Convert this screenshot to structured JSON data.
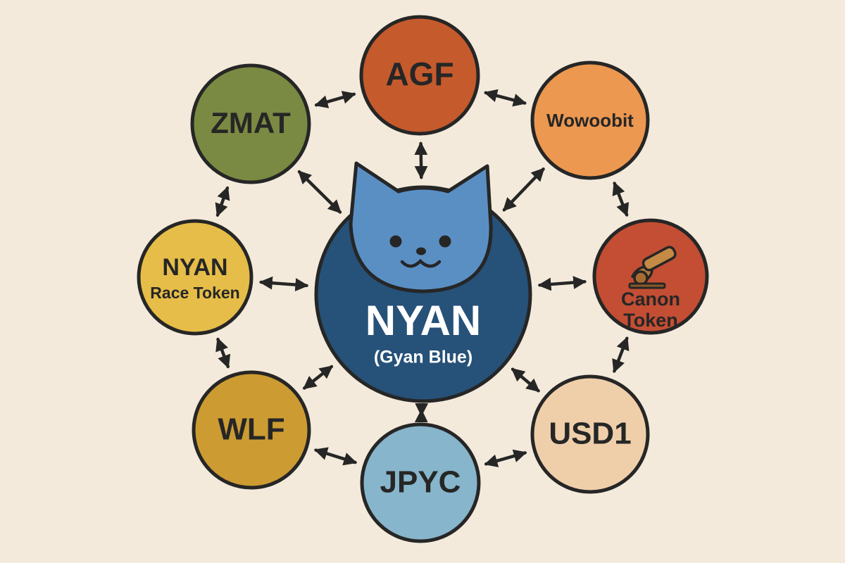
{
  "colors": {
    "background": "#f3eadb",
    "outline": "#262626",
    "center_fill": "#265178",
    "cat_fill": "#5a8fc4"
  },
  "center": {
    "title": "NYAN",
    "subtitle": "(Gyan Blue)",
    "icon": "cat-face-icon"
  },
  "nodes": [
    {
      "id": "agf",
      "lines": [
        "AGF"
      ],
      "fill": "#c55a2c"
    },
    {
      "id": "wowoobit",
      "lines": [
        "Wowoobit"
      ],
      "fill": "#ec9850"
    },
    {
      "id": "canon",
      "lines": [
        "Canon",
        "Token"
      ],
      "fill": "#c34e33",
      "icon": "cannon-icon"
    },
    {
      "id": "usd1",
      "lines": [
        "USD1"
      ],
      "fill": "#efcfaa"
    },
    {
      "id": "jpyc",
      "lines": [
        "JPYC"
      ],
      "fill": "#87b5cb"
    },
    {
      "id": "wlf",
      "lines": [
        "WLF"
      ],
      "fill": "#cc9b32"
    },
    {
      "id": "nyan-race",
      "lines": [
        "NYAN",
        "Race Token"
      ],
      "fill": "#e6bd48"
    },
    {
      "id": "zmat",
      "lines": [
        "ZMAT"
      ],
      "fill": "#7a8a42"
    }
  ],
  "edges": [
    [
      "center",
      "agf"
    ],
    [
      "center",
      "wowoobit"
    ],
    [
      "center",
      "canon"
    ],
    [
      "center",
      "usd1"
    ],
    [
      "center",
      "jpyc"
    ],
    [
      "center",
      "wlf"
    ],
    [
      "center",
      "nyan-race"
    ],
    [
      "center",
      "zmat"
    ],
    [
      "agf",
      "wowoobit"
    ],
    [
      "wowoobit",
      "canon"
    ],
    [
      "canon",
      "usd1"
    ],
    [
      "usd1",
      "jpyc"
    ],
    [
      "jpyc",
      "wlf"
    ],
    [
      "wlf",
      "nyan-race"
    ],
    [
      "nyan-race",
      "zmat"
    ],
    [
      "zmat",
      "agf"
    ]
  ]
}
